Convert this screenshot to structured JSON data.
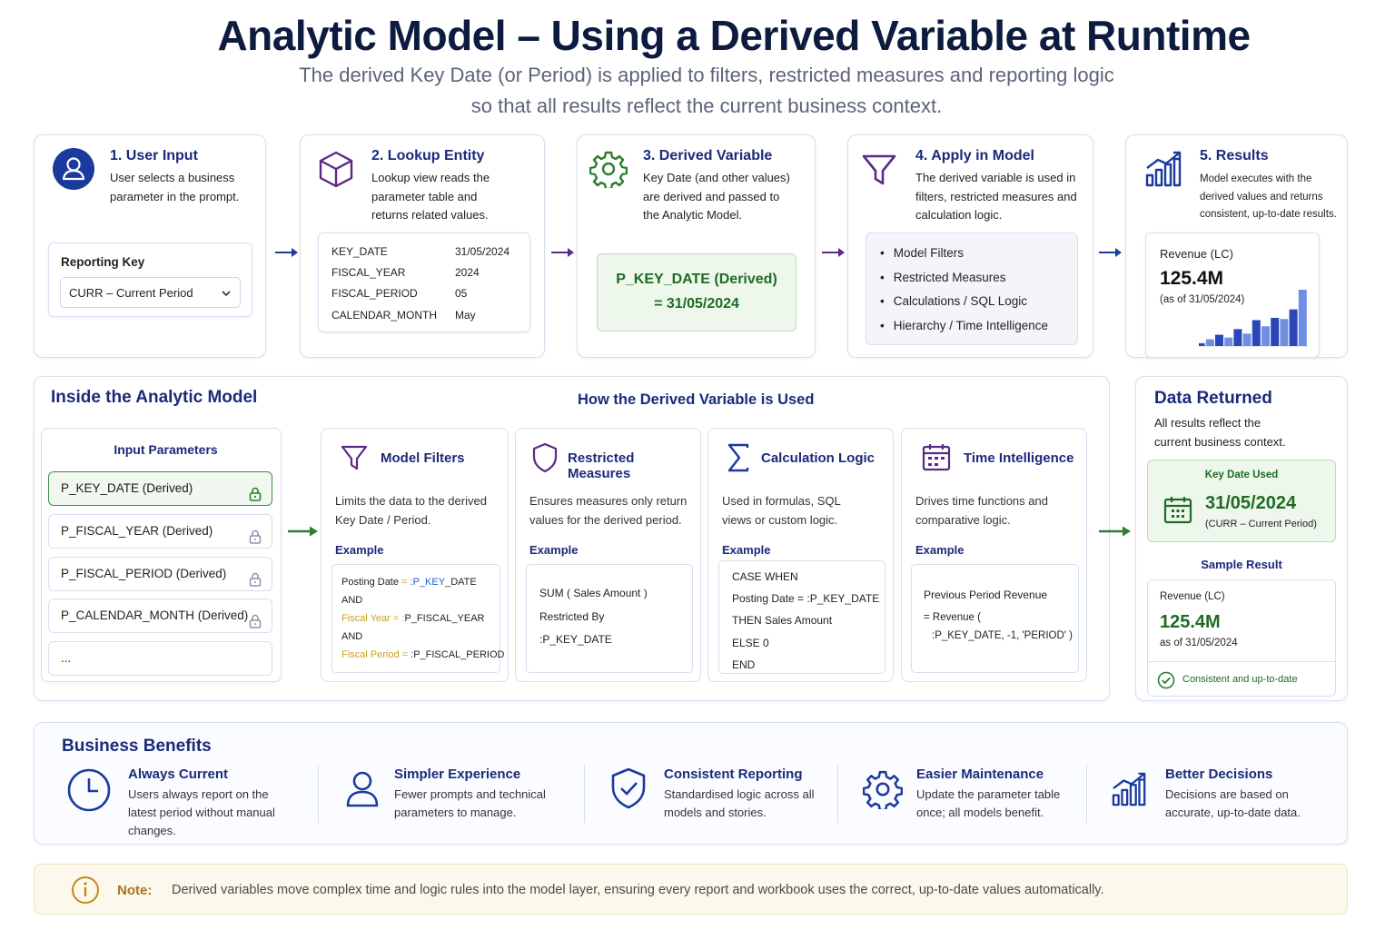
{
  "header": {
    "title": "Analytic Model – Using a Derived Variable at Runtime",
    "subtitle_line1": "The derived Key Date (or Period) is applied to filters, restricted measures and reporting logic",
    "subtitle_line2": "so that all results reflect the current business context."
  },
  "steps": [
    {
      "title": "1. User Input",
      "text_lines": [
        "User selects a business",
        "parameter in the prompt."
      ],
      "icon": "user-icon"
    },
    {
      "title": "2. Lookup Entity",
      "text_lines": [
        "Lookup view reads the",
        "parameter table and",
        "returns related values."
      ],
      "icon": "cube-icon"
    },
    {
      "title": "3. Derived Variable",
      "text_lines": [
        "Key Date (and other values)",
        "are derived and passed to",
        "the Analytic Model."
      ],
      "icon": "gear-icon"
    },
    {
      "title": "4. Apply in Model",
      "text_lines": [
        "The derived variable is used in",
        "filters, restricted measures and",
        "calculation logic."
      ],
      "icon": "filter-icon"
    },
    {
      "title": "5. Results",
      "text_lines": [
        "Model executes with the",
        "derived values and returns",
        "consistent, up-to-date results."
      ],
      "icon": "bar-chart-icon"
    }
  ],
  "reporting_key": {
    "label": "Reporting Key",
    "value": "CURR – Current Period"
  },
  "lookup_table": [
    {
      "key": "KEY_DATE",
      "value": "31/05/2024"
    },
    {
      "key": "FISCAL_YEAR",
      "value": "2024"
    },
    {
      "key": "FISCAL_PERIOD",
      "value": "05"
    },
    {
      "key": "CALENDAR_MONTH",
      "value": "May"
    }
  ],
  "derived_box": {
    "line1": "P_KEY_DATE (Derived)",
    "line2": "= 31/05/2024"
  },
  "apply_list": [
    "Model Filters",
    "Restricted Measures",
    "Calculations / SQL Logic",
    "Hierarchy / Time Intelligence"
  ],
  "results_card": {
    "label": "Revenue (LC)",
    "value": "125.4M",
    "asof": "(as of 31/05/2024)"
  },
  "mini_bars": [
    0.05,
    0.12,
    0.2,
    0.15,
    0.3,
    0.22,
    0.46,
    0.35,
    0.5,
    0.48,
    0.65,
    1.0
  ],
  "inside": {
    "title": "Inside the Analytic Model",
    "how_title": "How the Derived Variable is Used",
    "params_title": "Input Parameters",
    "params": [
      {
        "label": "P_KEY_DATE (Derived)",
        "active": true
      },
      {
        "label": "P_FISCAL_YEAR (Derived)",
        "active": false
      },
      {
        "label": "P_FISCAL_PERIOD (Derived)",
        "active": false
      },
      {
        "label": "P_CALENDAR_MONTH (Derived)",
        "active": false
      },
      {
        "label": "...",
        "active": false
      }
    ],
    "uses": [
      {
        "title": "Model Filters",
        "icon": "filter-icon",
        "text_lines": [
          "Limits the data to the derived",
          "Key Date / Period."
        ],
        "example": "Example",
        "code": [
          "Posting Date = :P_KEY_DATE",
          "AND",
          "Fiscal Year = :P_FISCAL_YEAR",
          "AND",
          "Fiscal Period = :P_FISCAL_PERIOD"
        ]
      },
      {
        "title": "Restricted Measures",
        "icon": "shield-icon",
        "text_lines": [
          "Ensures measures only return",
          "values for the derived period."
        ],
        "example": "Example",
        "code": [
          "SUM ( Sales Amount )",
          "Restricted By",
          ":P_KEY_DATE"
        ]
      },
      {
        "title": "Calculation Logic",
        "icon": "sigma-icon",
        "text_lines": [
          "Used in formulas, SQL",
          "views or custom logic."
        ],
        "example": "Example",
        "code": [
          "CASE WHEN",
          "Posting Date = :P_KEY_DATE",
          "THEN Sales Amount",
          "ELSE 0",
          "END"
        ]
      },
      {
        "title": "Time Intelligence",
        "icon": "calendar-icon",
        "text_lines": [
          "Drives time functions and",
          "comparative logic."
        ],
        "example": "Example",
        "code": [
          "Previous Period Revenue",
          "= Revenue (",
          ":P_KEY_DATE, -1, 'PERIOD' )"
        ]
      }
    ]
  },
  "data_returned": {
    "title": "Data Returned",
    "text_lines": [
      "All results reflect the",
      "current business context."
    ],
    "key_date_label": "Key Date Used",
    "key_date": "31/05/2024",
    "key_date_sub": "(CURR – Current Period)",
    "sample_title": "Sample Result",
    "revenue_label": "Revenue (LC)",
    "revenue_value": "125.4M",
    "revenue_asof": "as of 31/05/2024",
    "status": "Consistent and up-to-date"
  },
  "benefits": {
    "title": "Business Benefits",
    "items": [
      {
        "title": "Always Current",
        "icon": "clock-icon",
        "text_lines": [
          "Users always report on the",
          "latest period without manual",
          "changes."
        ]
      },
      {
        "title": "Simpler Experience",
        "icon": "user-icon",
        "text_lines": [
          "Fewer prompts and technical",
          "parameters to manage."
        ]
      },
      {
        "title": "Consistent Reporting",
        "icon": "shield-check-icon",
        "text_lines": [
          "Standardised logic across all",
          "models and stories."
        ]
      },
      {
        "title": "Easier Maintenance",
        "icon": "gear-icon",
        "text_lines": [
          "Update the parameter table",
          "once; all models benefit."
        ]
      },
      {
        "title": "Better Decisions",
        "icon": "bar-chart-icon",
        "text_lines": [
          "Decisions are based on",
          "accurate, up-to-date data."
        ]
      }
    ]
  },
  "note": {
    "label": "Note:",
    "text": "Derived variables move complex time and logic rules into the model layer, ensuring every report and workbook uses the correct, up-to-date values automatically."
  },
  "colors": {
    "navy": "#1b2a7a",
    "green": "#2e7d32",
    "purple": "#5b2a86",
    "gold": "#c9a227",
    "blue": "#1f5bd8"
  }
}
